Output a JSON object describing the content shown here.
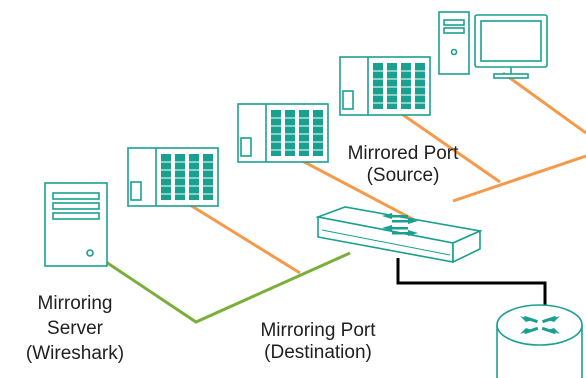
{
  "labels": {
    "mirrored_port": "Mirrored Port",
    "mirrored_port_sub": "(Source)",
    "mirroring_port": "Mirroring Port",
    "mirroring_port_sub": "(Destination)",
    "server_line1": "Mirroring",
    "server_line2": "Server",
    "server_line3": "(Wireshark)"
  },
  "colors": {
    "device_outline": "#1aa090",
    "device_fill": "#ffffff",
    "source_link": "#f59a4a",
    "mirror_link": "#7ab03a",
    "uplink": "#000000",
    "text": "#1f1f1f"
  },
  "icons": [
    "plc-icon",
    "pc-icon",
    "server-icon",
    "switch-icon",
    "router-icon"
  ]
}
